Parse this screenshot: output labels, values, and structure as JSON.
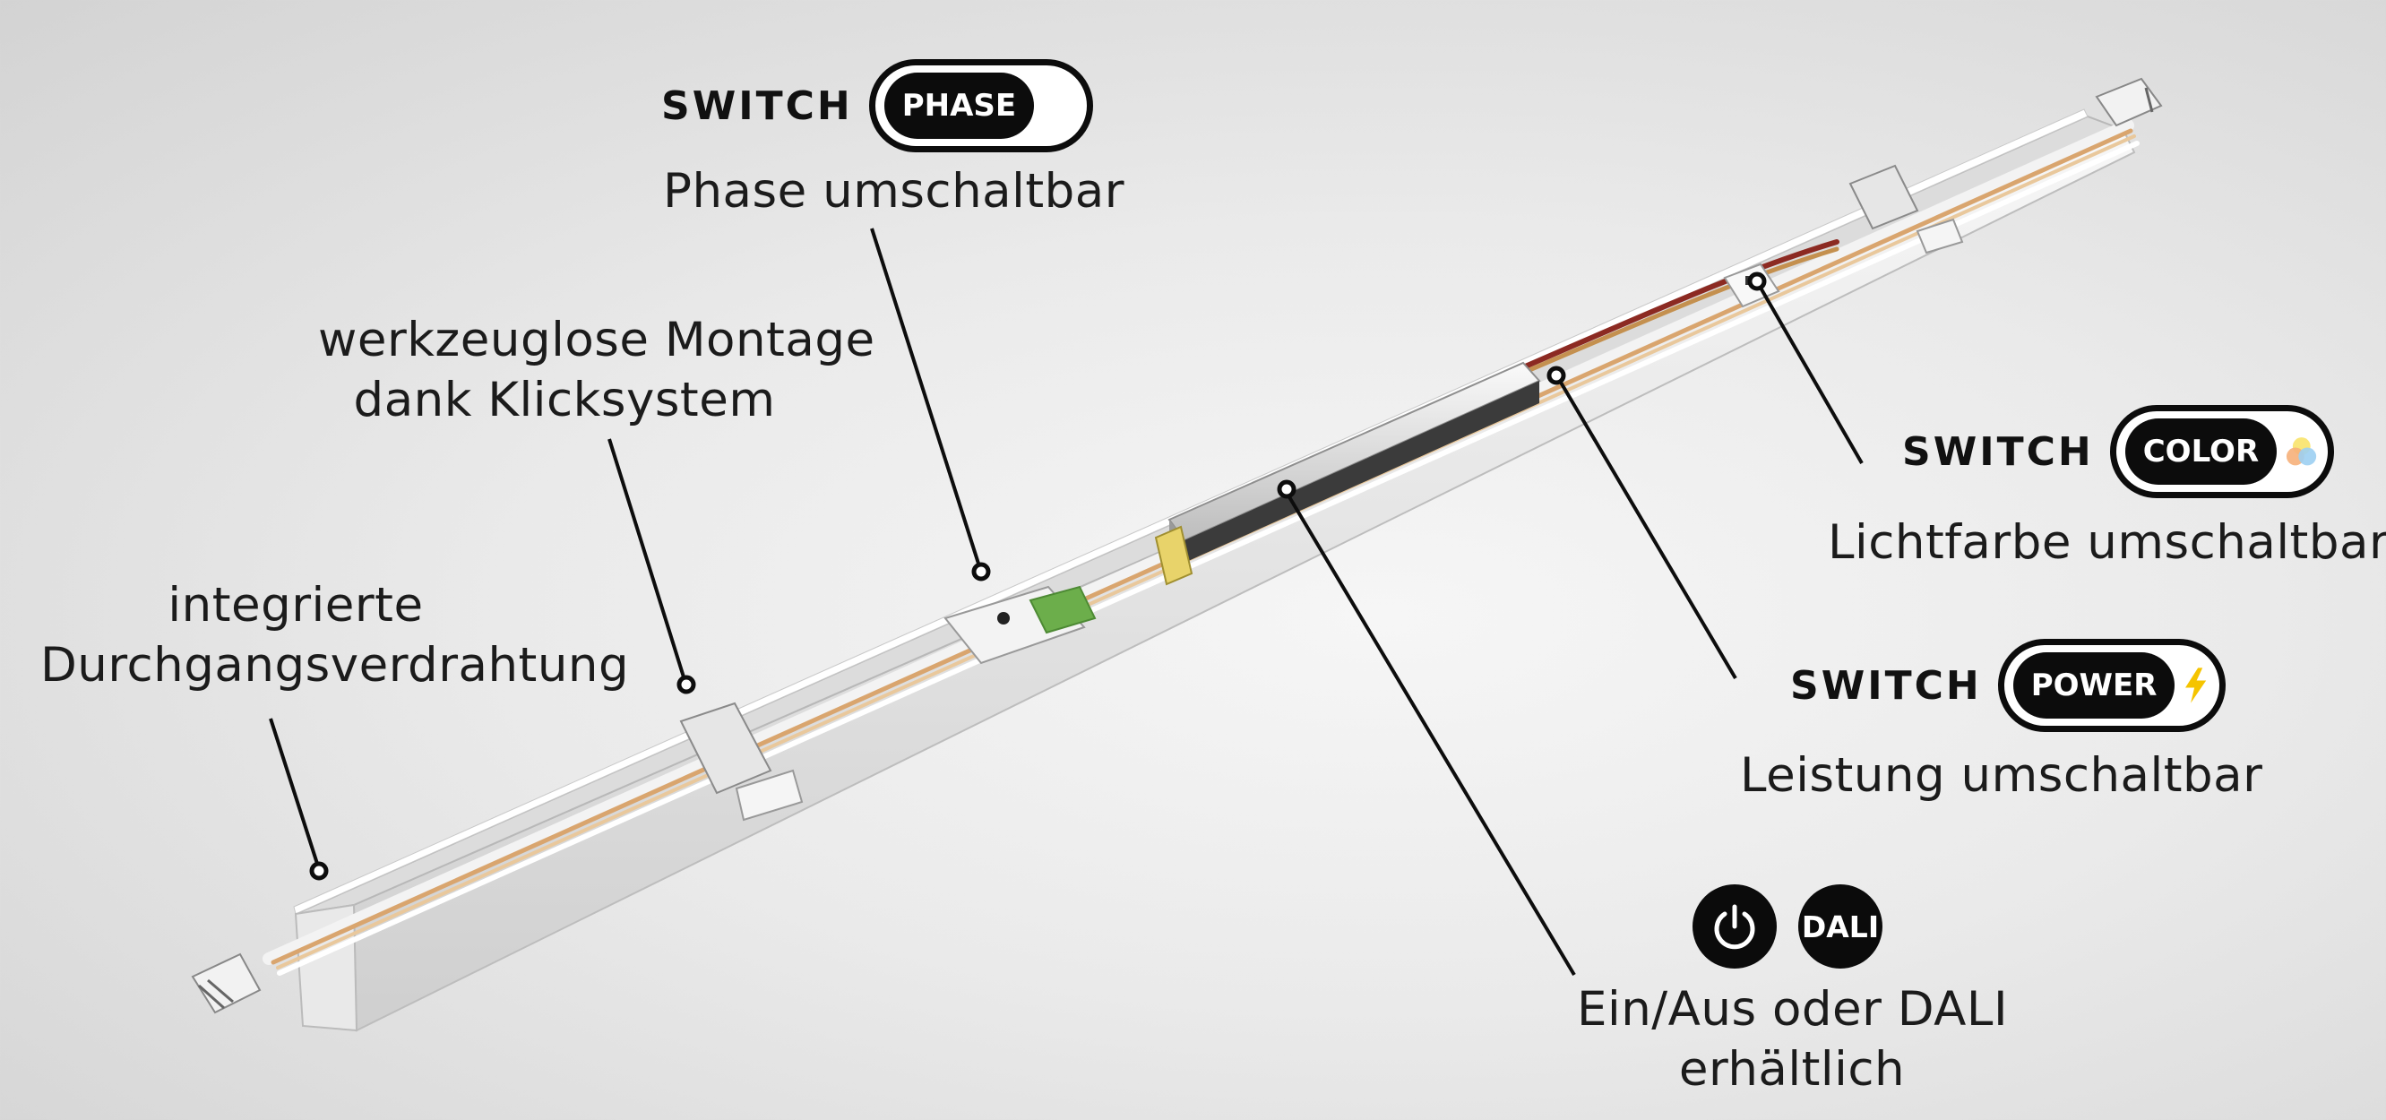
{
  "callouts": {
    "phase": {
      "switch": "SWITCH",
      "badge": "PHASE",
      "caption": "Phase umschaltbar"
    },
    "mounting": {
      "line1": "werkzeuglose Montage",
      "line2": "dank Klicksystem"
    },
    "wiring": {
      "line1": "integrierte",
      "line2": "Durchgangsverdrahtung"
    },
    "color": {
      "switch": "SWITCH",
      "badge": "COLOR",
      "caption": "Lichtfarbe umschaltbar",
      "icon": "color-circles-icon"
    },
    "power": {
      "switch": "SWITCH",
      "badge": "POWER",
      "caption": "Leistung umschaltbar",
      "icon": "lightning-icon"
    },
    "control": {
      "badge": "DALI",
      "icon": "power-icon",
      "line1": "Ein/Aus oder DALI",
      "line2": "erhältlich"
    }
  },
  "colors": {
    "badge": "#0b0b0b",
    "lightning": "#f5c400",
    "dot_yellow": "#f8e36a",
    "dot_orange": "#f6b07a",
    "dot_blue": "#9ccff2"
  }
}
